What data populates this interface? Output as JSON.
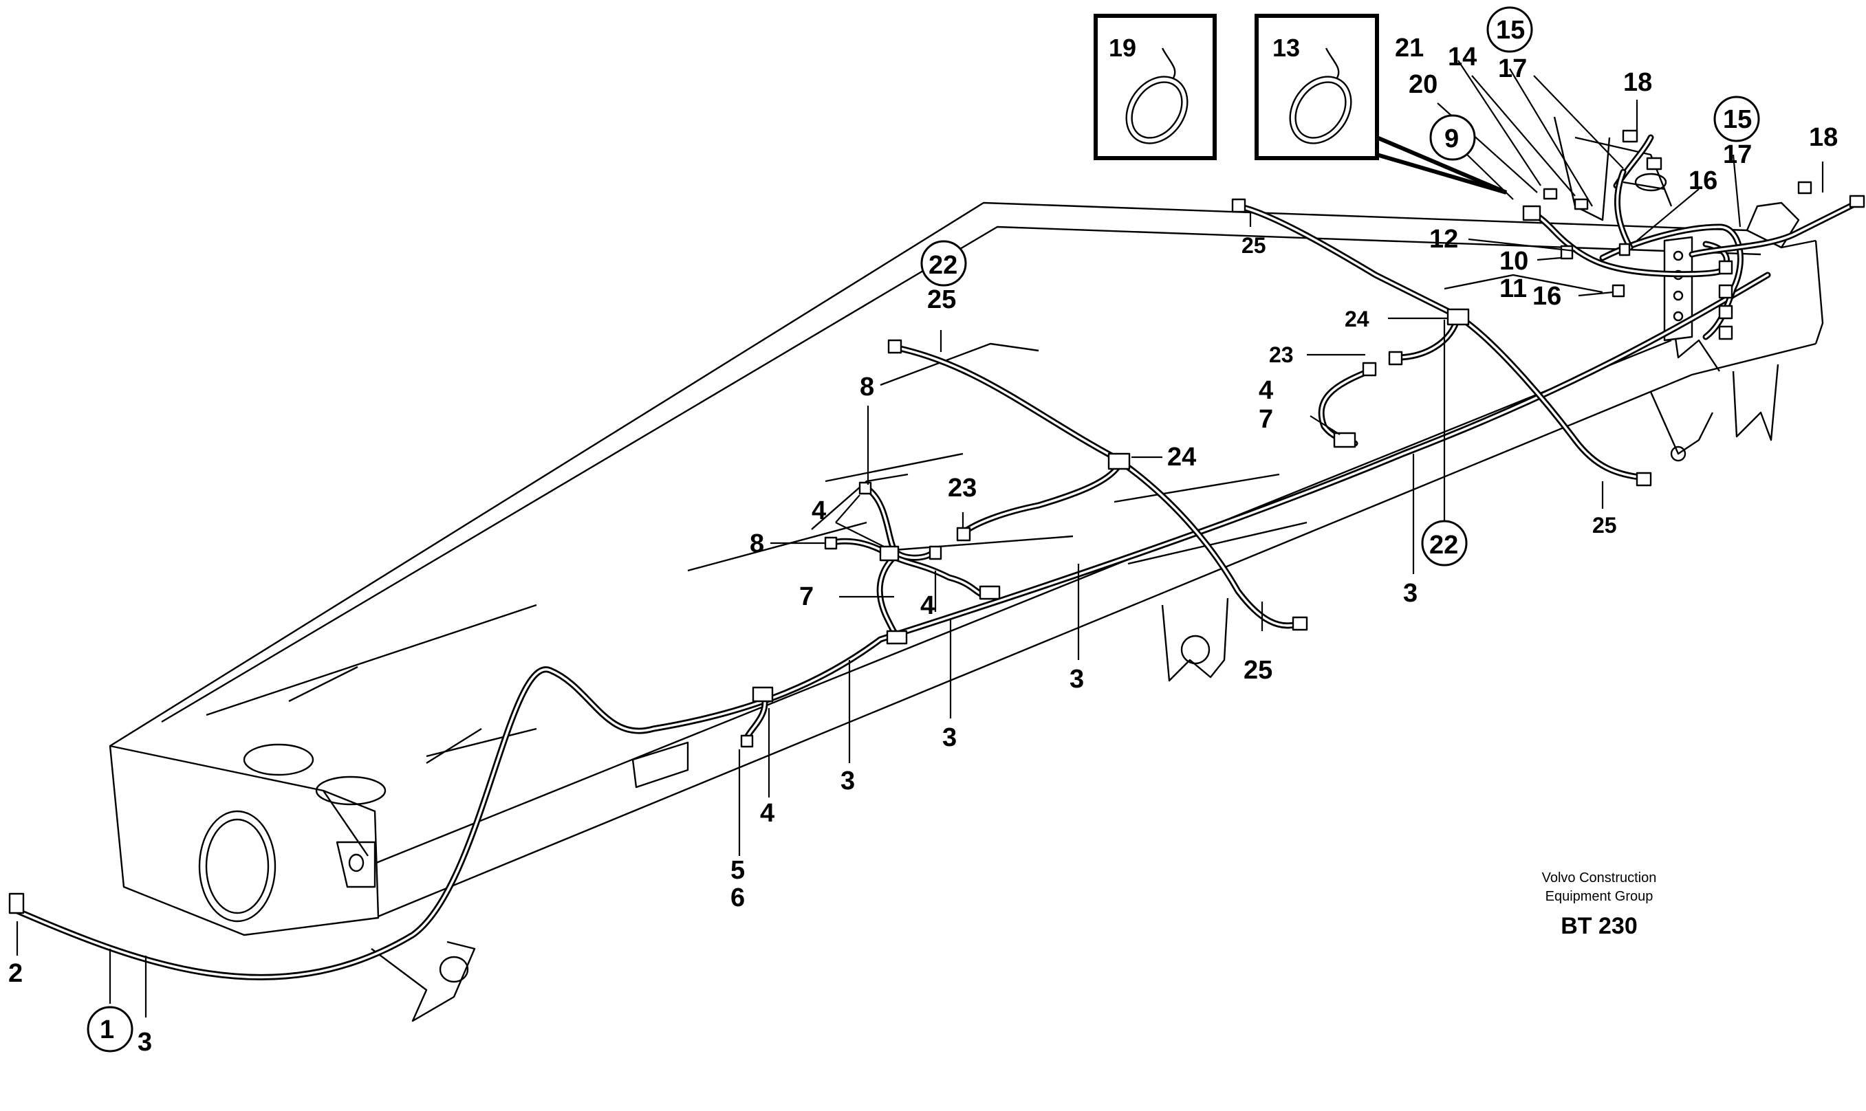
{
  "labels": {
    "n1": "1",
    "n2": "2",
    "n3": "3",
    "n4": "4",
    "n5": "5",
    "n6": "6",
    "n7": "7",
    "n8": "8",
    "n9": "9",
    "n10": "10",
    "n11": "11",
    "n12": "12",
    "n13": "13",
    "n14": "14",
    "n15": "15",
    "n16": "16",
    "n17": "17",
    "n18": "18",
    "n19": "19",
    "n20": "20",
    "n21": "21",
    "n22": "22",
    "n23": "23",
    "n24": "24",
    "n25": "25"
  },
  "footer": {
    "company_line1": "Volvo Construction",
    "company_line2": "Equipment Group",
    "code": "BT 230"
  }
}
